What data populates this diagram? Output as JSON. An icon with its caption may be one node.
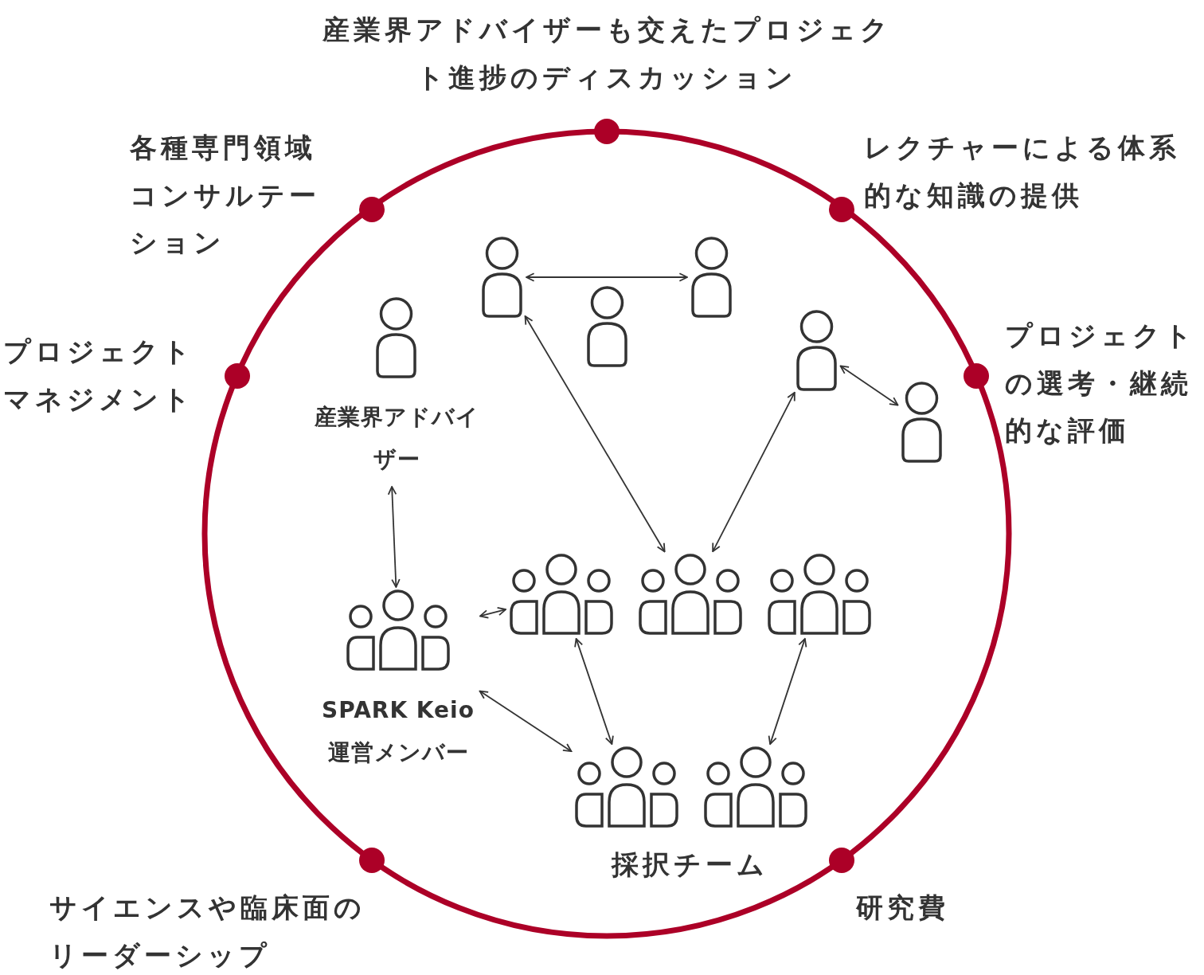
{
  "diagram": {
    "nodes": [
      {
        "text": [],
        "shape": "person"
      },
      {
        "text": [],
        "shape": "person"
      },
      {
        "text": [],
        "shape": "person"
      },
      {
        "text": [
          "産業界アドバイザー"
        ]
      },
      {
        "text": [],
        "shape": "person"
      },
      {
        "text": [],
        "shape": "person"
      },
      {
        "text": [
          "SPARK Keio 運営メンバー"
        ]
      },
      {
        "text": [],
        "shape": "people"
      },
      {
        "text": [],
        "shape": "people"
      },
      {
        "text": [],
        "shape": "people"
      },
      {
        "text": [],
        "shape": "people"
      },
      {
        "text": [],
        "shape": "people"
      }
    ],
    "edges": [
      {
        "from": 0,
        "to": 1,
        "arrow": "both"
      },
      {
        "from": 4,
        "to": 5,
        "arrow": "both"
      },
      {
        "from": 0,
        "to": 8,
        "arrow": "both"
      },
      {
        "from": 4,
        "to": 8,
        "arrow": "both"
      },
      {
        "from": 3,
        "to": 6,
        "arrow": "both"
      },
      {
        "from": 6,
        "to": 7,
        "arrow": "both"
      },
      {
        "from": 6,
        "to": 10,
        "arrow": "both"
      },
      {
        "from": 7,
        "to": 10,
        "arrow": "both"
      },
      {
        "from": 9,
        "to": 11,
        "arrow": "both"
      }
    ],
    "labels": [
      "産業界アドバイザーも交えたプロジェクト進捗のディスカッション",
      "各種専門領域コンサルテーション",
      "レクチャーによる体系的な知識の提供",
      "プロジェクトマネジメント",
      "プロジェクトの選考・継続的な評価",
      "採択チーム",
      "サイエンスや臨床面のリーダーシップ",
      "研究費"
    ]
  }
}
